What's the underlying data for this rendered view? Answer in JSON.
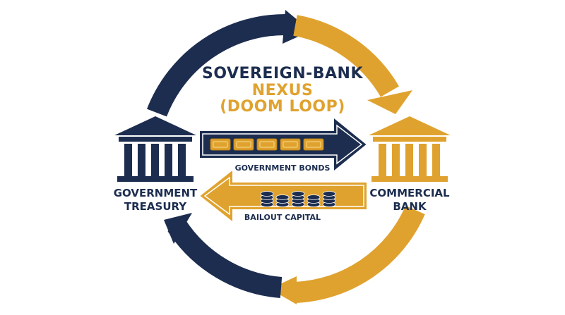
{
  "title": {
    "line1": "SOVEREIGN-BANK",
    "line2": "NEXUS",
    "line3": "(DOOM LOOP)"
  },
  "nodes": {
    "treasury": {
      "line1": "GOVERNMENT",
      "line2": "TREASURY",
      "icon": "institution-icon"
    },
    "bank": {
      "line1": "COMMERCIAL",
      "line2": "BANK",
      "icon": "institution-icon"
    }
  },
  "flows": {
    "bonds": {
      "label": "GOVERNMENT BONDS",
      "icon": "bond-certificate-icon",
      "count": 5
    },
    "bailout": {
      "label": "BAILOUT CAPITAL",
      "icon": "coin-stack-icon",
      "count": 5
    }
  },
  "colors": {
    "navy": "#1c2d4f",
    "gold": "#e0a22e",
    "gold_light": "#f0bf55"
  }
}
